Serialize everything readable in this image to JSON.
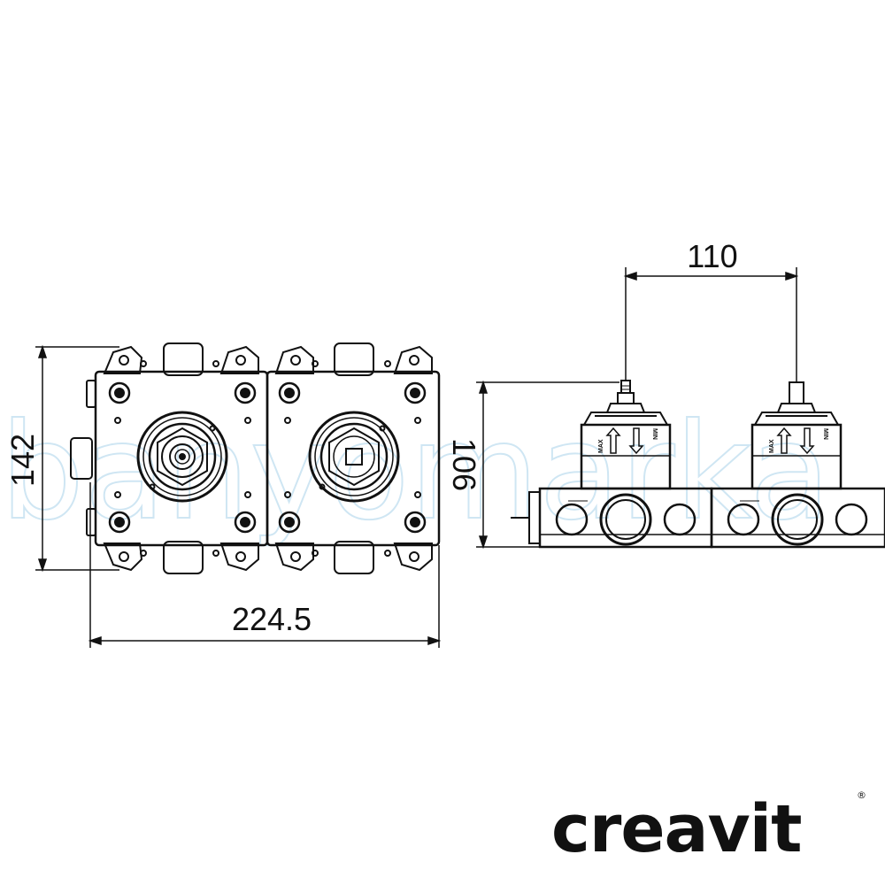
{
  "dimensions": {
    "overall_width": "224.5",
    "overall_height": "142",
    "depth": "106",
    "spindle_spacing": "110"
  },
  "valve_labels": {
    "max": "MAX",
    "min": "MIN"
  },
  "watermark": "banyomarka",
  "brand": {
    "name": "creavit",
    "registered": "®"
  },
  "colors": {
    "line": "#111111",
    "watermark": "#cfe6f3"
  }
}
